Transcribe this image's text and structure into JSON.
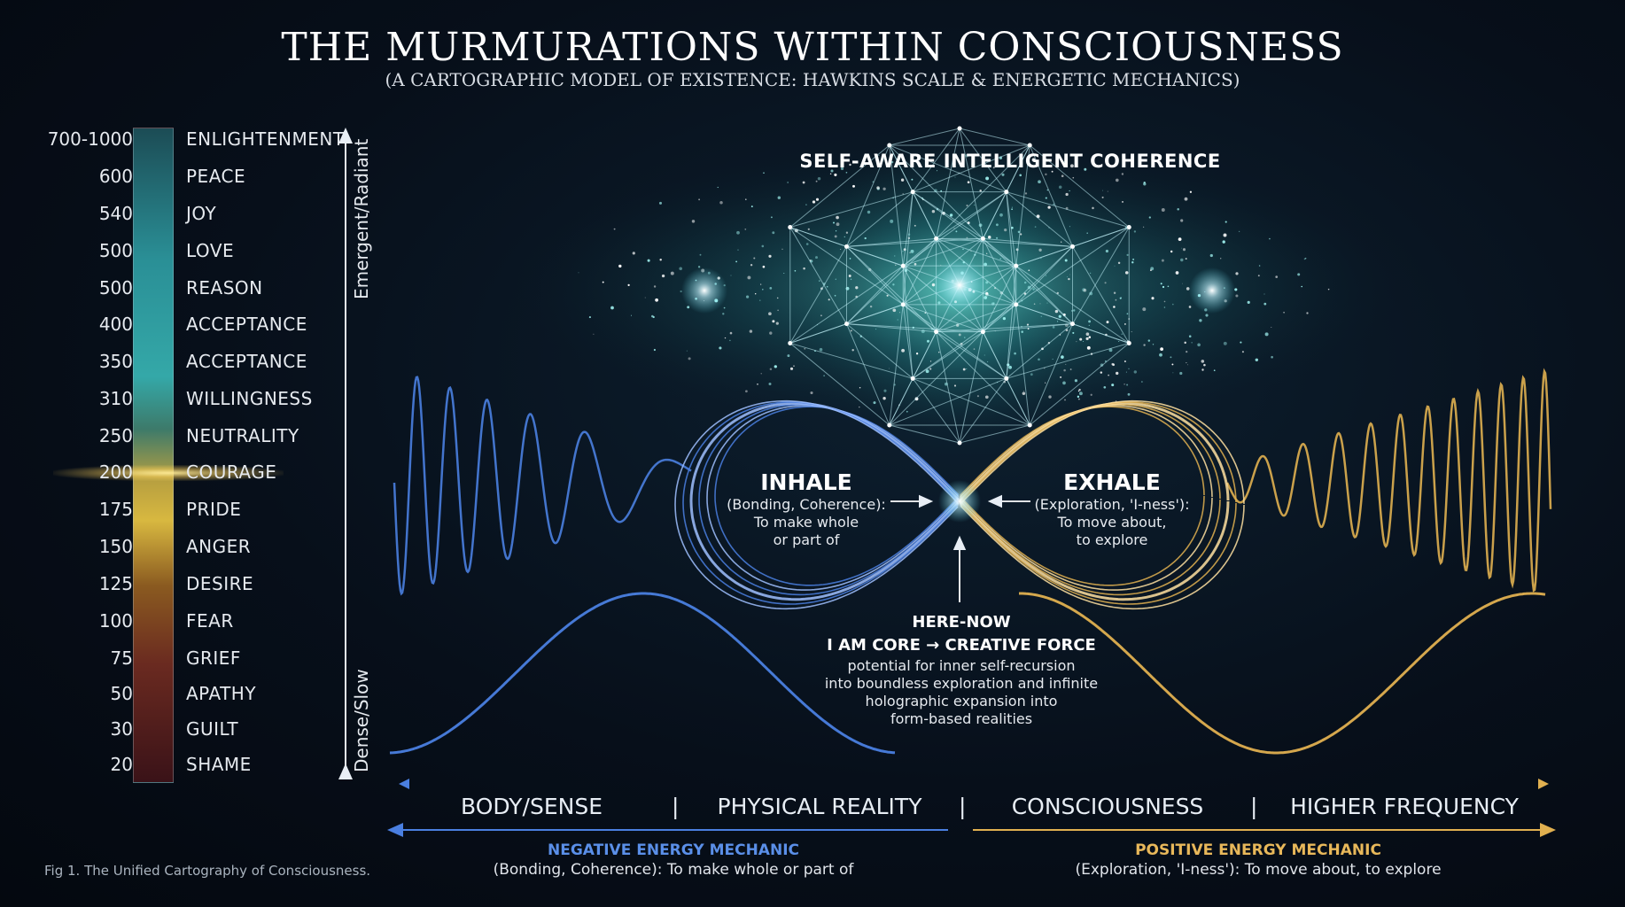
{
  "title": "THE MURMURATIONS WITHIN CONSCIOUSNESS",
  "subtitle": "(A CARTOGRAPHIC MODEL OF EXISTENCE: HAWKINS SCALE & ENERGETIC MECHANICS)",
  "scale": [
    {
      "value": "700-1000",
      "label": "ENLIGHTENMENT"
    },
    {
      "value": "600",
      "label": "PEACE"
    },
    {
      "value": "540",
      "label": "JOY"
    },
    {
      "value": "500",
      "label": "LOVE"
    },
    {
      "value": "500",
      "label": "REASON"
    },
    {
      "value": "400",
      "label": "ACCEPTANCE"
    },
    {
      "value": "350",
      "label": "ACCEPTANCE"
    },
    {
      "value": "310",
      "label": "WILLINGNESS"
    },
    {
      "value": "250",
      "label": "NEUTRALITY"
    },
    {
      "value": "200",
      "label": "COURAGE"
    },
    {
      "value": "175",
      "label": "PRIDE"
    },
    {
      "value": "150",
      "label": "ANGER"
    },
    {
      "value": "125",
      "label": "DESIRE"
    },
    {
      "value": "100",
      "label": "FEAR"
    },
    {
      "value": "75",
      "label": "GRIEF"
    },
    {
      "value": "50",
      "label": "APATHY"
    },
    {
      "value": "30",
      "label": "GUILT"
    },
    {
      "value": "20",
      "label": "SHAME"
    }
  ],
  "axis": {
    "top": "Emergent/Radiant",
    "bottom": "Dense/Slow"
  },
  "central_label": "SELF-AWARE INTELLIGENT COHERENCE",
  "inhale": {
    "title": "INHALE",
    "line1": "(Bonding, Coherence):",
    "line2": "To make whole",
    "line3": "or part of"
  },
  "exhale": {
    "title": "EXHALE",
    "line1": "(Exploration, 'I-ness'):",
    "line2": "To move about,",
    "line3": "to explore"
  },
  "here_now": "HERE-NOW",
  "core": "I AM CORE → CREATIVE FORCE",
  "core_desc": {
    "line1": "potential for inner self-recursion",
    "line2": "into boundless exploration and infinite",
    "line3": "holographic expansion into",
    "line4": "form-based realities"
  },
  "bottom": {
    "body": "BODY/SENSE",
    "physical": "PHYSICAL REALITY",
    "consciousness": "CONSCIOUSNESS",
    "higher": "HIGHER FREQUENCY",
    "separator": "|"
  },
  "negative": {
    "title": "NEGATIVE ENERGY MECHANIC",
    "desc": "(Bonding, Coherence): To make whole or part of"
  },
  "positive": {
    "title": "POSITIVE ENERGY MECHANIC",
    "desc": "(Exploration, 'I-ness'): To move about, to explore"
  },
  "caption": "Fig 1. The Unified Cartography of Consciousness.",
  "colors": {
    "negative": "#4a7fe0",
    "positive": "#e0b050",
    "teal": "#2fa8a8"
  }
}
